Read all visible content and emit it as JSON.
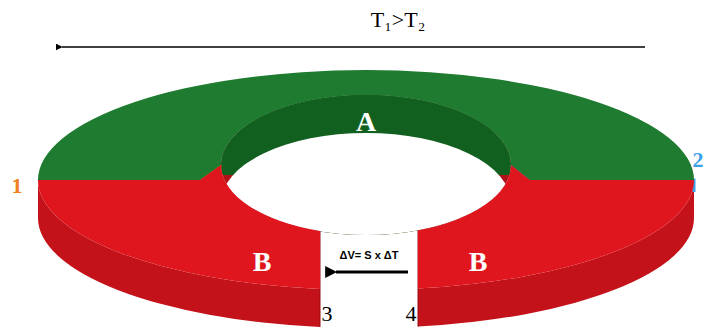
{
  "diagram": {
    "nodes": [
      {
        "text": [
          "A"
        ]
      },
      {
        "text": [
          "B"
        ]
      },
      {
        "text": [
          "B"
        ]
      }
    ],
    "labels": [
      "T₁>T₂",
      "1",
      "2",
      "3",
      "4",
      "ΔV= S x ΔT"
    ]
  }
}
